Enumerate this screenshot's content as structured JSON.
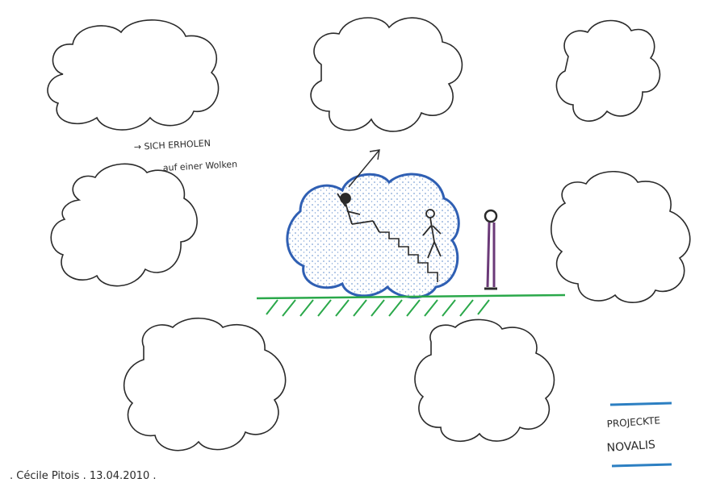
{
  "annotation": {
    "line1": "→ SICH ERHOLEN",
    "line2": "auf einer Wolken"
  },
  "signature": {
    "text": ". Cécile Pitois . 13.04.2010 ."
  },
  "project_label": {
    "line1": "PROJECKTE",
    "line2": "NOVALIS"
  },
  "colors": {
    "ink": "#2a2a2a",
    "cloud_blue": "#2f5fb3",
    "dots_blue": "#7fa2d6",
    "grass_green": "#2aa84a",
    "accent_blue": "#2c7fc2",
    "figure_purple": "#6b3a78"
  }
}
